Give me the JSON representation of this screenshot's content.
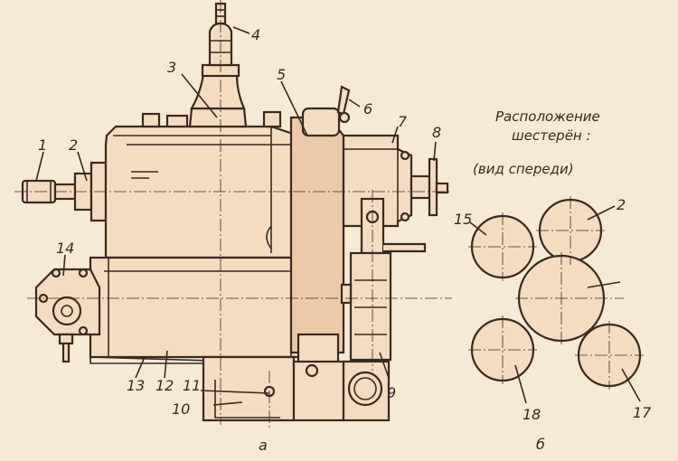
{
  "figure": {
    "part_labels": [
      "1",
      "2",
      "3",
      "4",
      "5",
      "6",
      "7",
      "8",
      "9",
      "10",
      "11",
      "12",
      "13",
      "14"
    ],
    "subfigure_a_label": "а",
    "subfigure_b_label": "б"
  },
  "gear_layout": {
    "title_line1": "Расположение",
    "title_line2": "шестерён :",
    "title_line3": "(вид спереди)",
    "gear_labels": [
      "2",
      "15",
      "18",
      "17"
    ]
  }
}
